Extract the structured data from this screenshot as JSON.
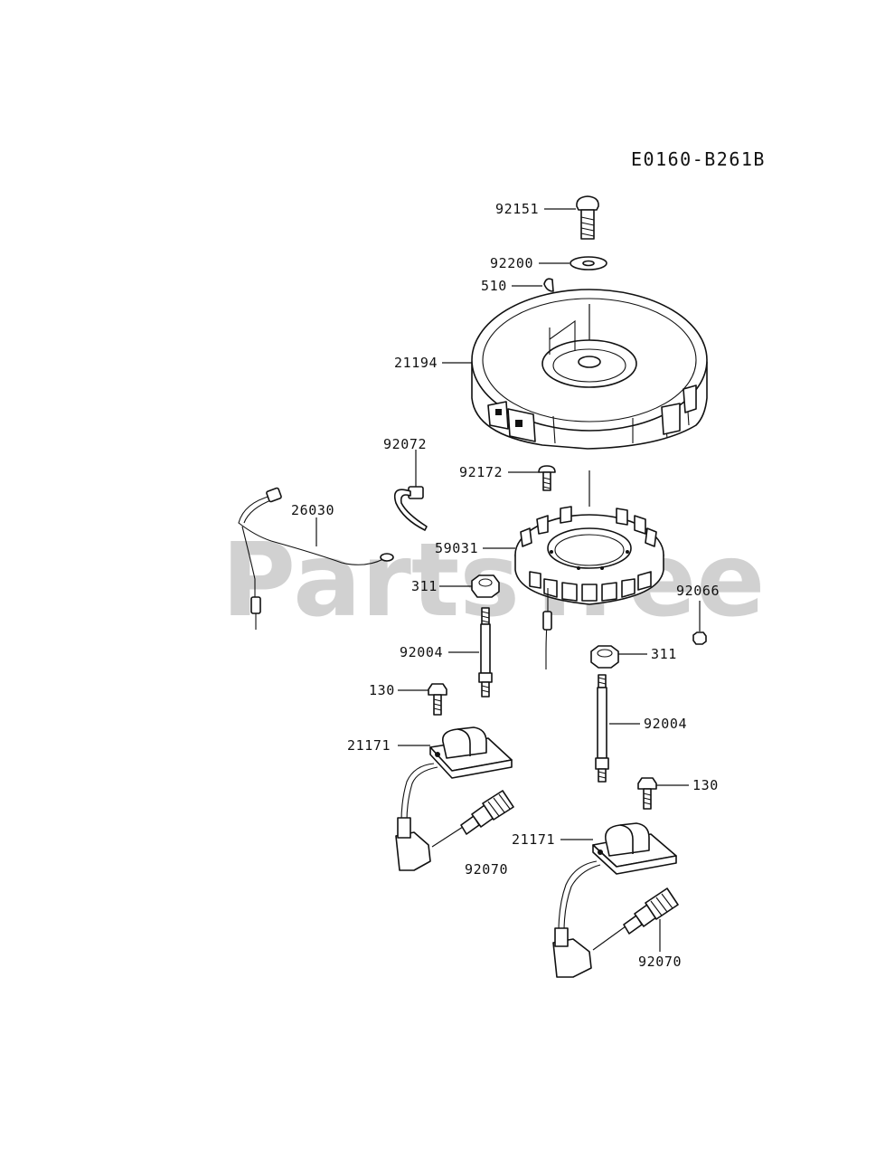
{
  "diagram_code": "E0160-B261B",
  "watermark": "PartsTree",
  "labels": {
    "p92151": "92151",
    "p92200": "92200",
    "p510": "510",
    "p21194": "21194",
    "p92072": "92072",
    "p92172": "92172",
    "p26030": "26030",
    "p59031": "59031",
    "p311a": "311",
    "p92066": "92066",
    "p92004a": "92004",
    "p311b": "311",
    "p130a": "130",
    "p21171a": "21171",
    "p92004b": "92004",
    "p130b": "130",
    "p92070a": "92070",
    "p21171b": "21171",
    "p92070b": "92070"
  }
}
